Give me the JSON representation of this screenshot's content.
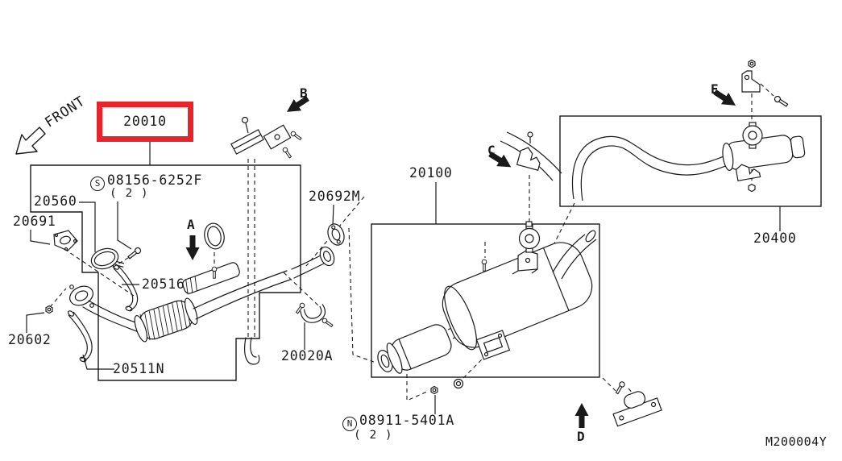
{
  "drawing": {
    "doc_code": "M200004Y",
    "front_indicator": "FRONT",
    "highlight_color": "#e8232b",
    "line_color": "#1a1a1a",
    "highlighted_part": "20010",
    "parts": {
      "front_tube": "20010",
      "clamp": "20560",
      "front_gasket": "20691",
      "stud": "20602",
      "bracket_front": "20511N",
      "bracket_upper": "20516",
      "center_gasket": "20692M",
      "center_clamp": "20020A",
      "muffler": "20100",
      "tail_tube": "20400"
    },
    "fasteners": {
      "screw": {
        "symbol": "S",
        "number": "08156-6252F",
        "qty": "( 2 )"
      },
      "nut": {
        "symbol": "N",
        "number": "08911-5401A",
        "qty": "( 2 )"
      }
    },
    "view_arrows": {
      "a": "A",
      "b": "B",
      "c": "C",
      "d": "D",
      "e": "E"
    }
  }
}
